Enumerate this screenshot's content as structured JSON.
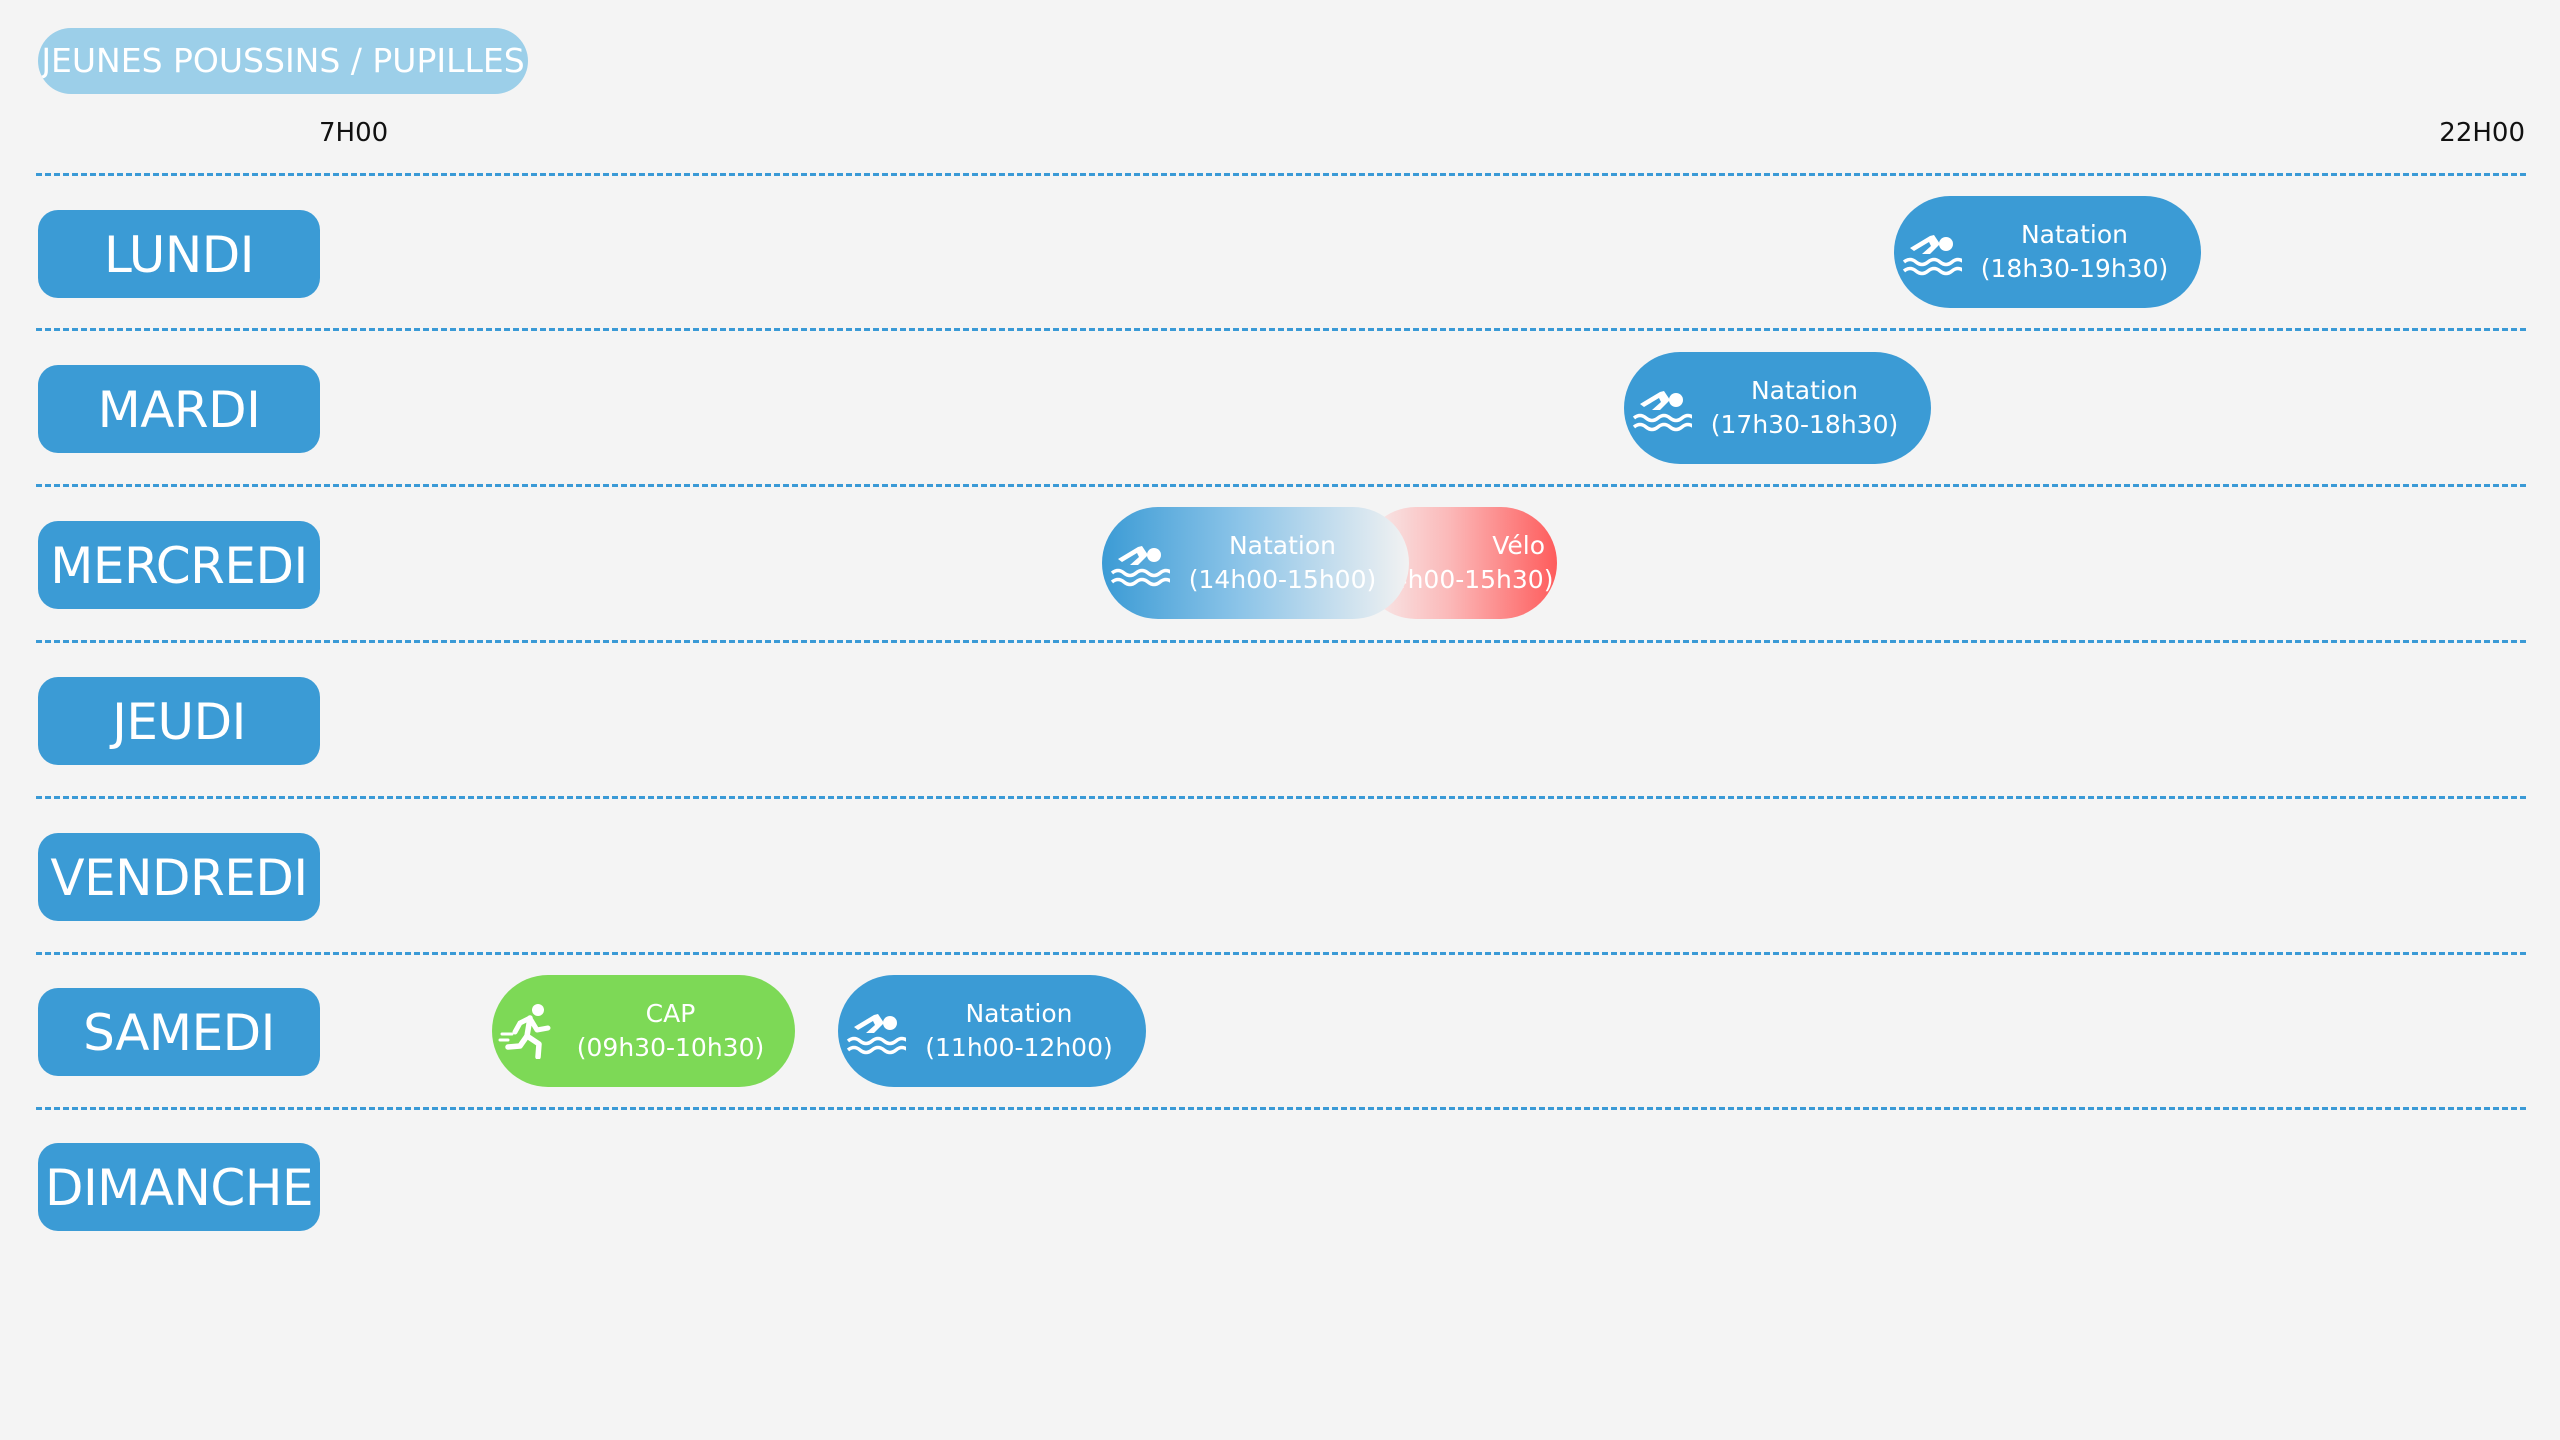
{
  "header": {
    "category": "JEUNES POUSSINS / PUPILLES",
    "time_start": "7H00",
    "time_end": "22H00"
  },
  "days": [
    "LUNDI",
    "MARDI",
    "MERCREDI",
    "JEUDI",
    "VENDREDI",
    "SAMEDI",
    "DIMANCHE"
  ],
  "events": {
    "lundi_natation": {
      "title": "Natation",
      "time": "(18h30-19h30)",
      "icon": "swimmer-icon"
    },
    "mardi_natation": {
      "title": "Natation",
      "time": "(17h30-18h30)",
      "icon": "swimmer-icon"
    },
    "mercredi_natation": {
      "title": "Natation",
      "time": "(14h00-15h00)",
      "icon": "swimmer-icon"
    },
    "mercredi_velo": {
      "title": "Vélo",
      "time": "(14h00-15h30)"
    },
    "samedi_cap": {
      "title": "CAP",
      "time": "(09h30-10h30)",
      "icon": "runner-icon"
    },
    "samedi_natation": {
      "title": "Natation",
      "time": "(11h00-12h00)",
      "icon": "swimmer-icon"
    }
  },
  "colors": {
    "background": "#f4f4f4",
    "day_pill": "#3b9bd5",
    "category_pill": "#9ccfe9",
    "separator": "#3a9ad6",
    "natation": "#3b9bd5",
    "cap": "#7dd956",
    "velo": "#fe5c5c"
  }
}
